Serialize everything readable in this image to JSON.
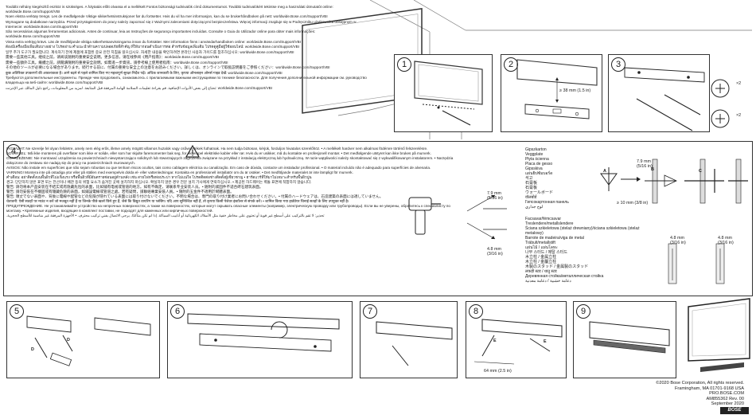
{
  "intro_paragraphs": [
    "További néhány kiegészítő eszköz is szükséges. A folytatás előtt olvassa el a mellékelt Fontos biztonsági tudnivalók című dokumentumot. További tudnivalókért tekintse meg a használati útmutatót online: worldwide.Bose.com/Support/VBI",
    "Noen ekstra verktøy trengs. Les de medfølgende Viktige sikkerhetsinstruksjoner før du fortsetter. Hvis du vil ha mer informasjon, kan du se brukerhåndboken på nett: worldwide.Bose.com/Support/VBI",
    "Wymagane są dodatkowe narzędzia. Przed przystąpieniem do pracy należy zapoznać się z Ważnymi zaleceniami dotyczącymi bezpieczeństwa. Więcej informacji znajduje się w Podręczniku użytkownika dostępnym w Internecie: worldwide.Bose.com/Support/VBI",
    "São necessárias algumas ferramentas adicionais. Antes de continuar, leia as Instruções de segurança importantes incluídas. Consulte o Guia do Utilizador online para obter mais informações: worldwide.Bose.com/Support/VBI",
    "Vissa extra verktyg krävs. Läs de medföljande viktiga säkerhetsanvisningarna innan du fortsätter. Mer information finns i användarhandboken online: worldwide.Bose.com/Support/VBI",
    "ต้องมีเครื่องมือเพิ่มเติมบางอย่าง โปรดอ่าน คำแนะนำด้านความปลอดภัยที่สำคัญ ที่ให้มาก่อนดำเนินการต่อ สำหรับข้อมูลเพิ่มเติม โปรดดูคู่มือผู้ใช้ออนไลน์: worldwide.Bose.com/Support/VBI",
    "일부 추가 도구가 필요합니다. 계속하기 전에 제품에 포함된 중요 안전 지침을 읽으십시오. 자세한 내용을 확인하려면 온라인 사용자 가이드를 참조하십시오: worldwide.Bose.com/Support/VBI",
    "需要一些其他工具。继续之前，请阅读随附的重要安全说明。更多信息，请在线参阅《用户指南》：worldwide.Bose.com/Support/VBI",
    "需要一些額外工具。繼續之前，請閱讀隨附的重要安全說明。如需進一步資訊，請參考線上使用者指南：worldwide.Bose.com/Support/VBI",
    "その他のツールが必要になる場合があります。続行する前に、付属の重要な安全上の注意をお読みください。詳しくは、オンラインで取扱説明書をご参照ください：worldwide.Bose.com/Support/VBI",
    "कुछ अतिरिक्त उपकरणों की आवश्यकता है। आगे बढ़ने से पहले शामिल किए गए महत्वपूर्ण सुरक्षा निर्देश पढ़ें। अधिक जानकारी के लिए, कृपया ऑनलाइन ओनर्स गाइड देखें: worldwide.Bose.com/Support/VBI",
    "Требуются дополнительные инструменты. Прежде чем продолжить, ознакомьтесь с прилагаемыми важными инструкциями по технике безопасности. Для получения дополнительной информации см. руководство владельца на веб-сайте: worldwide.Bose.com/Support/VBI",
    "worldwide.Bose.com/Support/VBI :تحتاج إلى بعض الأدوات الإضافية. قم بقراءة تعليمات السلامة الهامة المرفقة قبل المتابعة. لمزيد من المعلومات، راجع دليل المالك عبر الإنترنت"
  ],
  "steps_top": [
    "1",
    "2",
    "3"
  ],
  "step2_measure": "≥ 38 mm (1.5 in)",
  "step3_qty": "×2",
  "step4": {
    "number": "4",
    "warnings": [
      "VIGYÁZAT: Ne szerelje fel olyan felületre, amely nem elég erős, illetve amely mögött villamos huzalok vagy csővezetékek futhatnak. Ha nem tudja biztosan, kérjük, forduljon hivatalos szerelőhöz. • A mellékelt hardver nem alkalmas födémre történő felszerelésre.",
      "ADVARSEL: Må ikke monteres på overflater som ikke er solide, eller som har skjulte faremomenter bak seg, for eksempel elektriske kabler eller rør. Hvis du er usikker, må du kontakte en profesjonell montør. • Det medfølgende utstyret kan ikke brukes på murverk.",
      "OSTRZEŻENIE: Nie montować urządzenia na powierzchniach niewystarczająco solidnych lub stwarzających zagrożenia związane na przykład z instalacją elektryczną lub hydrauliczną. W razie wątpliwości należy skontaktować się z wykwalifikowanym instalatorem. • Narzędzia dołączone do zestawu nie nadają się do pracy na powierzchniach murowanych.",
      "AVISOS: Não instale em superfícies que não sejam robustas ou que tenham riscos ocultos, tais como cablagem eléctrica ou canalização. Em caso de dúvida, contacte um instalador profissional. • O material incluído não é adequado para superfícies de alvenaria.",
      "VARNING! Montera inte på ostadiga ytor eller på ställen med exempelvis dolda el- eller vattenledningar. Kontakta en professionell installatör om du är osäker. • Det medföljande materialet är inte lämpligt för murverk.",
      "คำเตือน: อย่าติดตั้งบนพื้นผิวที่ไม่แข็งแรง หรือพื้นผิวที่มีอันตรายซ่อนอยู่ด้านหลัง เช่น สายไฟหรือท่อประปา หากไม่แน่ใจ โปรดติดต่อช่างติดตั้งผู้เชี่ยวชาญ • ฮาร์ดแวร์ที่ให้มาไม่เหมาะสำหรับพื้นผิวปูน",
      "경고: 단단하지 않은 표면 또는 전선이나 배관 등의 위험 요소가 숨겨진 곳에 설치하지 마십시오. 확실하지 않은 경우 전문 설치 기사에게 연락하십시오. • 제공된 하드웨어는 벽돌 표면에 적합하지 않습니다.",
      "警告: 请勿将本产品安装在不结实或有隐藏危险的表面，比如铺有电线或管道的地方。如有不确定，请联系专业安装人员。• 随附的紧固件不适合砖石建筑表面。",
      "警告: 請勿安裝在不穩固或有隱藏危險的表面，如鋪設電線或管道之處。若有疑問，請聯絡專業安裝人員。• 隨附的五金件不適用於砌體表面。",
      "警告: 頑丈でない表面や、背後に電線や配管などの危険が隠れている表面には取り付けないでください。不明な場合は、専門の取り付け業者にお問い合わせください。• 付属のハードウェアは、石造建築の表面には適していません。",
      "चेतावनी: ऐसी सतहों पर माउंट न करें जो मजबूत नहीं हैं या जिनके पीछे खतरे छिपे हुए हैं, जैसे कि विद्युत वायरिंग या प्लंबिंग। यदि आप सुनिश्चित नहीं हैं, तो कृपया किसी पेशेवर इंस्टॉलर से संपर्क करें। • शामिल किया गया हार्डवेयर चिनाई सतहों के लिए उपयुक्त नहीं है।",
      "ПРЕДУПРЕЖДЕНИЕ. Не устанавливайте устройство на непрочных поверхностях, а также на поверхностях, которые могут скрывать опасные элементы (например, электрическую проводку или трубопроводы). Если вы не уверены, обратитесь к специалисту по монтажу. • Крепежные изделия, входящие в комплект поставки, не подходят для каменных или кирпичных поверхностей.",
      "تحذير: لا تقم بالتركيب على أسطح غير قوية أو تحتوي على مخاطر خفية مثل الأسلاك الكهربائية أو أنابيب السباكة. إذا لم تكن متأكدًا، يرجى الاتصال بفني تركيب محترف. • الأجهزة المرفقة غير مناسبة للأسطح الحجرية."
    ],
    "drill_small": "7.9 mm\n(5/16 in)",
    "drill_large": "4.8 mm\n(3/16 in)",
    "drywall_labels": [
      "Gipszkarton",
      "Veggplate",
      "Płyta ścienna",
      "Placa de gesso",
      "Gipsskiva",
      "แผ่นยิปซัมบอร์ด",
      "석고",
      "石膏板",
      "石膏板",
      "ウォールボード",
      "वॉलबोर्ड",
      "Гипсокартонная панель",
      "لوح جداري"
    ],
    "stud_labels": [
      "Facsavar/fémcsavar",
      "Treslendere/metallslendere",
      "Ściana szkieletowa (stelaż drewniany)/ściana szkieletowa (stelaż metalowy)",
      "Barrote de madeira/viga de metal",
      "Träbult/metallstift",
      "แผ่นไม้ / แผ่นโลหะ",
      "나무 스터드 / 메탈 스터드",
      "木立柱 / 金属立柱",
      "木立柱 / 金屬立柱",
      "木製のスタッド / 金属製のスタッド",
      "लकड़ी स्टड / धातु स्टड",
      "Деревянная стойка/металлическая стойка",
      "دعامة خشبية / دعامة معدنية"
    ],
    "mm79": "7.9 mm",
    "in516": "(5/16 in)",
    "mm10": "≥ 10 mm (3/8 in)",
    "mm48": "4.8 mm",
    "in316": "(3/16 in)",
    "letters": [
      "A",
      "B",
      "C"
    ]
  },
  "steps_bottom": [
    "5",
    "6",
    "7",
    "8",
    "9"
  ],
  "step8_measure": "64 mm (2.5 in)",
  "parts": [
    "D",
    "E"
  ],
  "footer": {
    "line1": "©2020 Bose Corporation, All rights reserved.",
    "line2": "Framingham, MA 01701-9168 USA",
    "line3": "PRO.BOSE.COM",
    "line4": "AM855362 Rev. 00",
    "line5": "September 2020",
    "logo": "BOSE"
  }
}
